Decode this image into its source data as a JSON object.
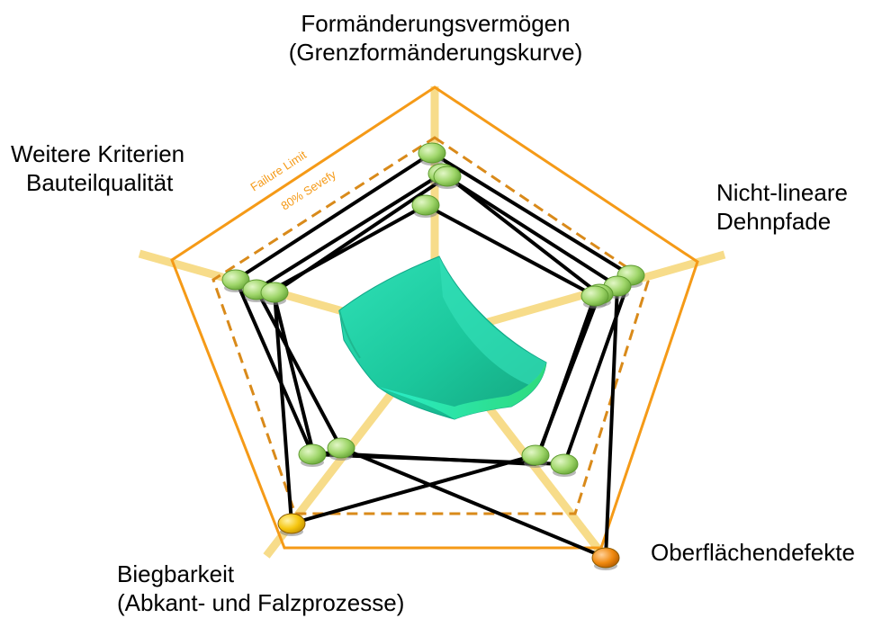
{
  "axes": {
    "top": {
      "line1": "Formänderungsvermögen",
      "line2": "(Grenzformänderungskurve)"
    },
    "upper_left": {
      "line1": "Weitere Kriterien",
      "line2": "Bauteilqualität"
    },
    "upper_right": {
      "line1": "Nicht-lineare",
      "line2": "Dehnpfade"
    },
    "lower_left": {
      "line1": "Biegbarkeit",
      "line2": "(Abkant- und Falzprozesse)"
    },
    "lower_right": {
      "line1": "Oberflächendefekte"
    }
  },
  "limits": {
    "failure": "Failure Limit",
    "safety": "80% Sevefy"
  },
  "colors": {
    "axis": "#f7dc8a",
    "failure_limit": "#f59a17",
    "safety_limit": "#d98a1a",
    "series": "#000000",
    "ok_marker": "#9fd66a",
    "warn_marker_yellow": "#f6c60f",
    "warn_marker_orange": "#f08a10",
    "part": "#1fd3a8"
  }
}
